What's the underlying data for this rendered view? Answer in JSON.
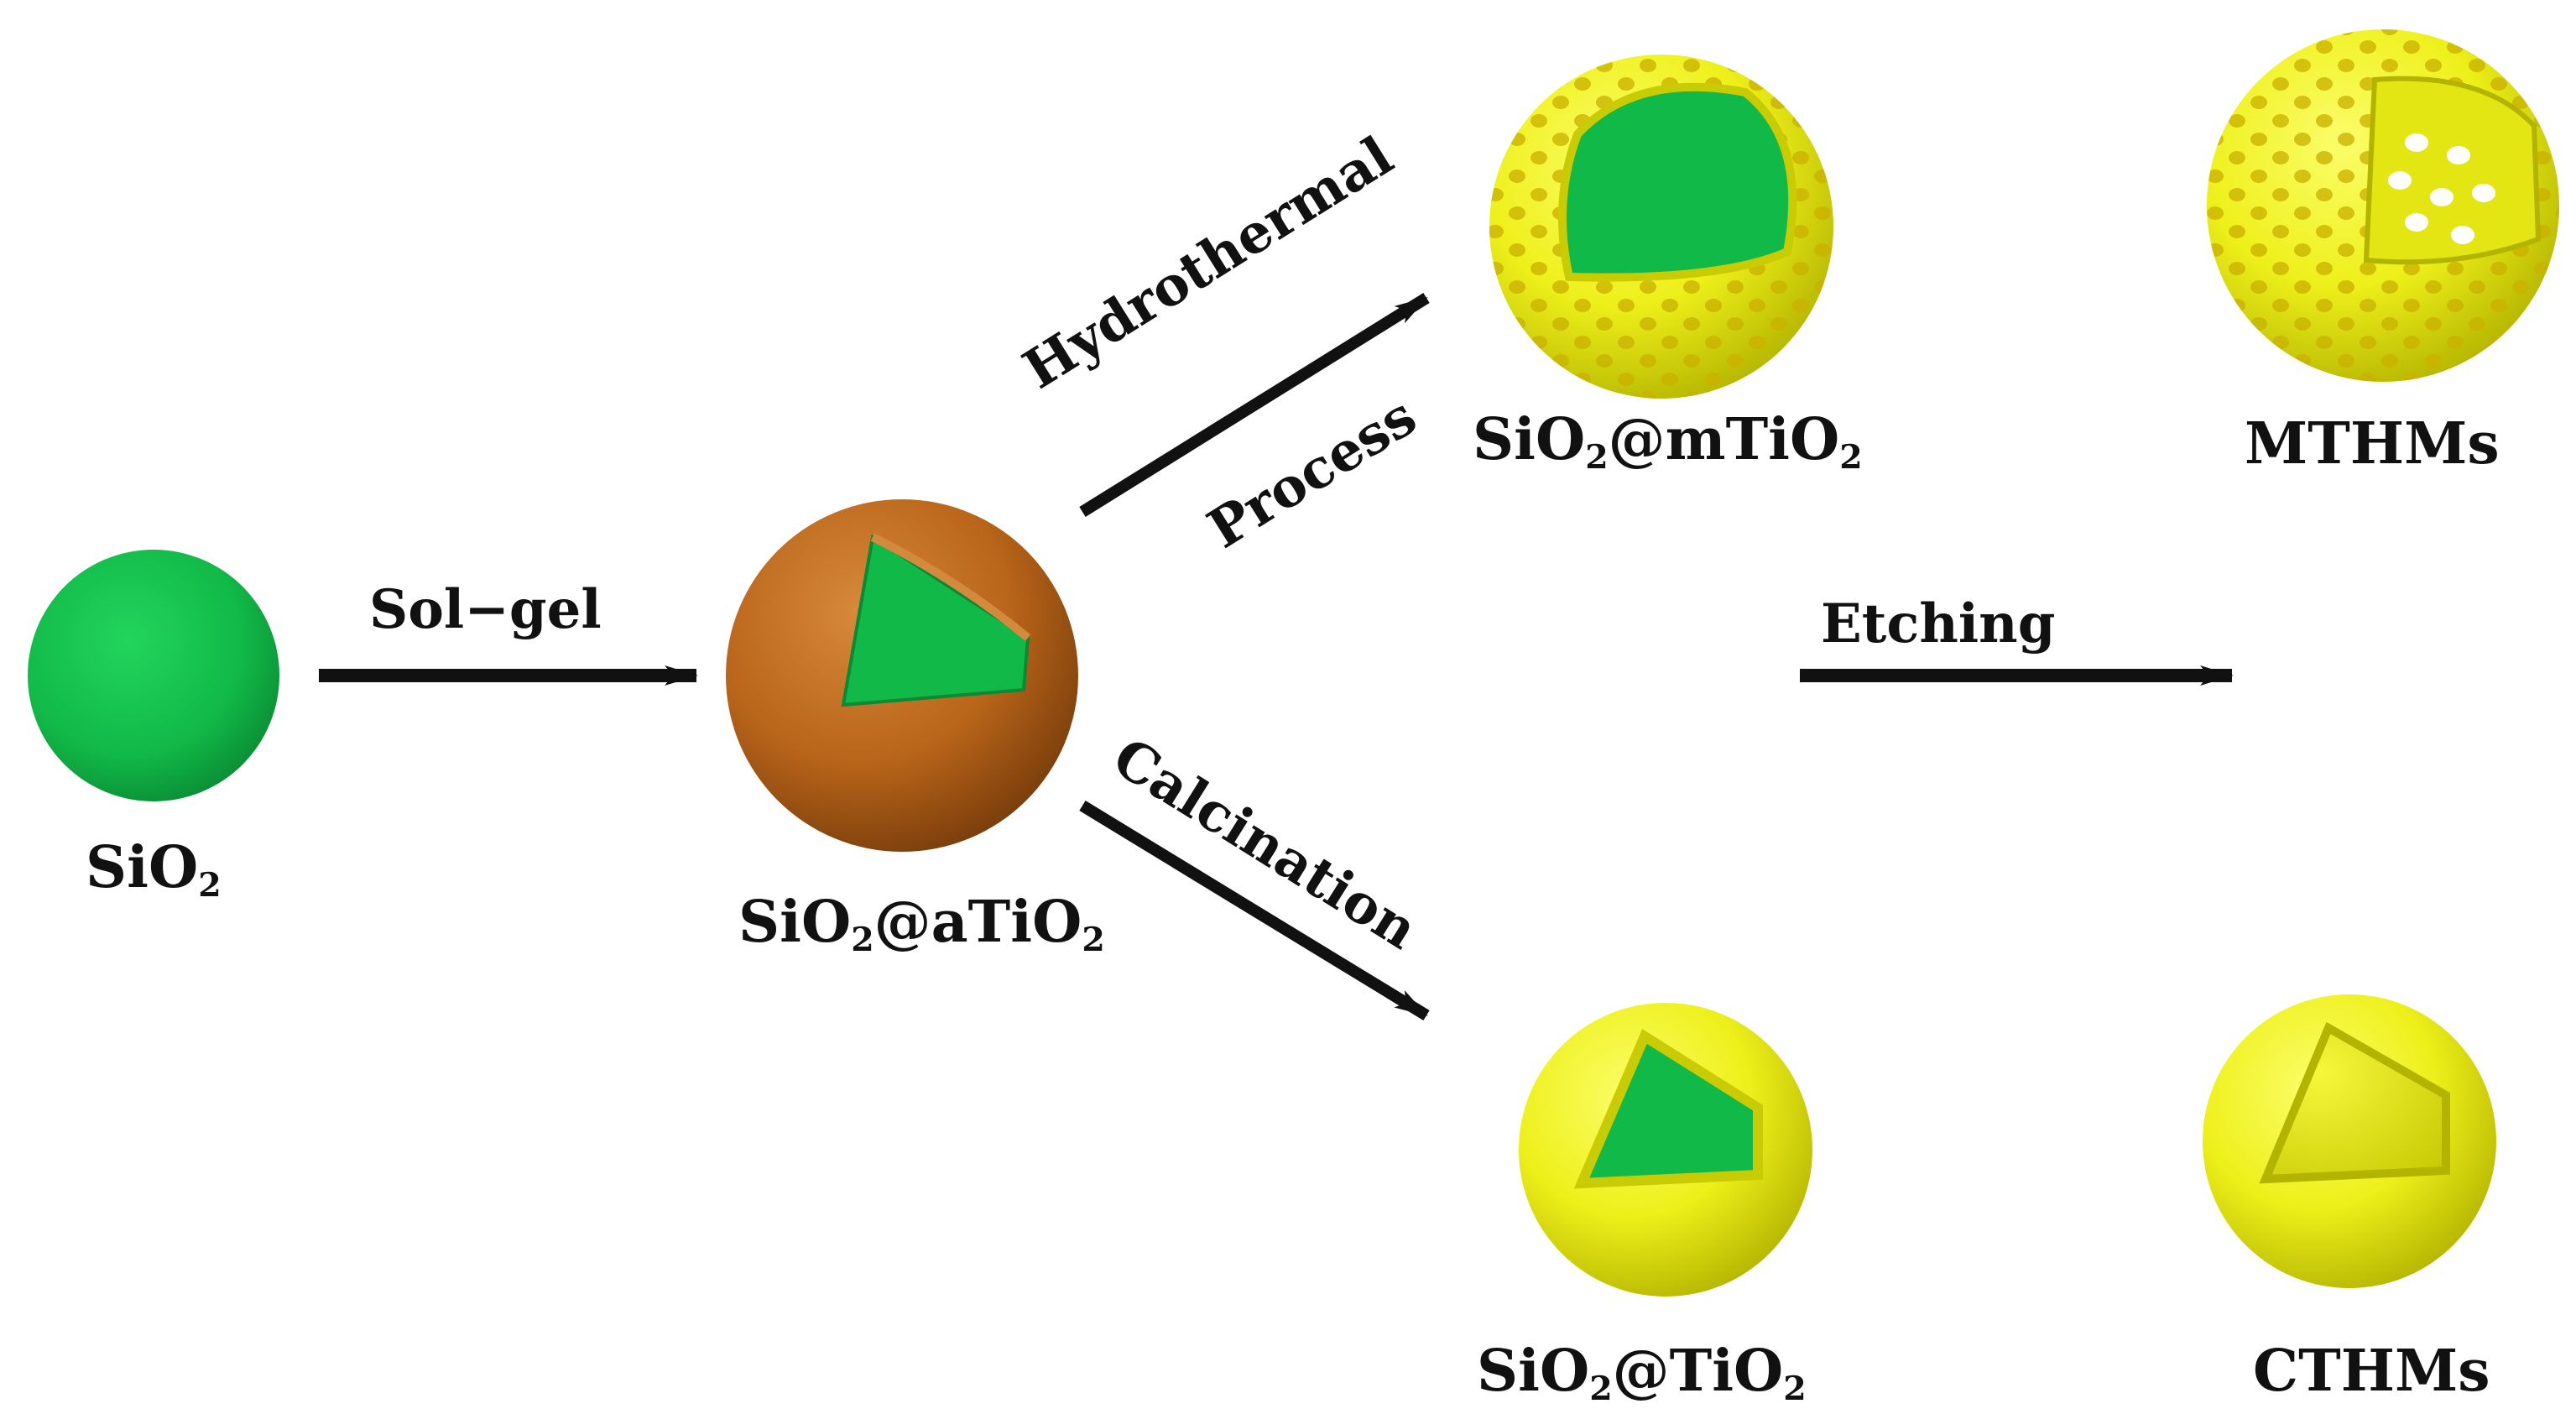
{
  "colors": {
    "silica_green": "#11b948",
    "amorphous_shell": "#b8641a",
    "titania_yellow": "#eef01a",
    "arrow": "#111111"
  },
  "labels": {
    "sio2": {
      "main": "SiO",
      "sub": "2",
      "tail": ""
    },
    "sio2_atio2": {
      "main": "SiO",
      "sub": "2",
      "tail": "@aTiO",
      "sub2": "2"
    },
    "sio2_mtio2": {
      "main": "SiO",
      "sub": "2",
      "tail": "@mTiO",
      "sub2": "2"
    },
    "sio2_tio2": {
      "main": "SiO",
      "sub": "2",
      "tail": "@TiO",
      "sub2": "2"
    },
    "mthms": "MTHMs",
    "cthms": "CTHMs"
  },
  "arrows": {
    "sol_gel": "Sol−gel",
    "hydrothermal_line1": "Hydrothermal",
    "hydrothermal_line2": "Process",
    "calcination": "Calcination",
    "etching": "Etching"
  },
  "particles": [
    {
      "id": "sio2",
      "shell": "none",
      "core": "green"
    },
    {
      "id": "sio2_atio2",
      "shell": "amorphous",
      "core": "green",
      "cutaway": true
    },
    {
      "id": "sio2_mtio2",
      "shell": "mesoporous",
      "core": "green",
      "cutaway": true
    },
    {
      "id": "mthms",
      "shell": "mesoporous",
      "core": "hollow",
      "cutaway": true
    },
    {
      "id": "sio2_tio2",
      "shell": "crystalline",
      "core": "green",
      "cutaway": true
    },
    {
      "id": "cthms",
      "shell": "crystalline",
      "core": "hollow",
      "cutaway": true
    }
  ]
}
